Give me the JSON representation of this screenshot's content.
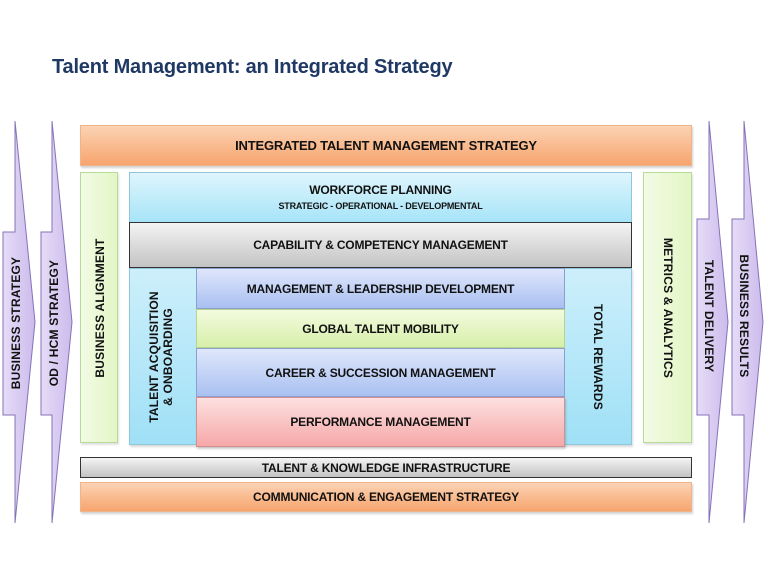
{
  "title": "Talent Management: an Integrated Strategy",
  "left_arrows": [
    {
      "label": "BUSINESS   STRATEGY"
    },
    {
      "label": "OD / HCM  STRATEGY"
    }
  ],
  "right_arrows": [
    {
      "label": "TALENT  DELIVERY"
    },
    {
      "label": "BUSINESS    RESULTS"
    }
  ],
  "top_bar": {
    "label": "INTEGRATED TALENT MANAGEMENT STRATEGY"
  },
  "side_pillars": {
    "left": {
      "label": "BUSINESS  ALIGNMENT"
    },
    "right": {
      "label": "METRICS  &  ANALYTICS"
    }
  },
  "workforce_planning": {
    "label": "WORKFORCE PLANNING",
    "sublabel": "STRATEGIC - OPERATIONAL - DEVELOPMENTAL"
  },
  "capability": {
    "label": "CAPABILITY & COMPETENCY MANAGEMENT"
  },
  "inner_columns": {
    "left": {
      "line1": "TALENT ACQUISITION",
      "line2": "& ONBOARDING"
    },
    "right": {
      "label": "TOTAL REWARDS"
    }
  },
  "core_layers": [
    {
      "label": "MANAGEMENT & LEADERSHIP DEVELOPMENT"
    },
    {
      "label": "GLOBAL TALENT MOBILITY"
    },
    {
      "label": "CAREER & SUCCESSION MANAGEMENT"
    },
    {
      "label": "PERFORMANCE MANAGEMENT"
    }
  ],
  "infrastructure_bar": {
    "label": "TALENT & KNOWLEDGE INFRASTRUCTURE"
  },
  "bottom_bar": {
    "label": "COMMUNICATION & ENGAGEMENT STRATEGY"
  },
  "colors": {
    "title": "#1f3864",
    "arrow_fill": "#d9ccf0",
    "arrow_stroke": "#8672b8",
    "orange": "#f9b98c",
    "green": "#e3f6c6",
    "light_blue": "#a6e4f8",
    "gray": "#d6d6d6",
    "lavender_blue": "#a9c0f1",
    "lime": "#d6efa9",
    "pink": "#f6a8a8"
  }
}
